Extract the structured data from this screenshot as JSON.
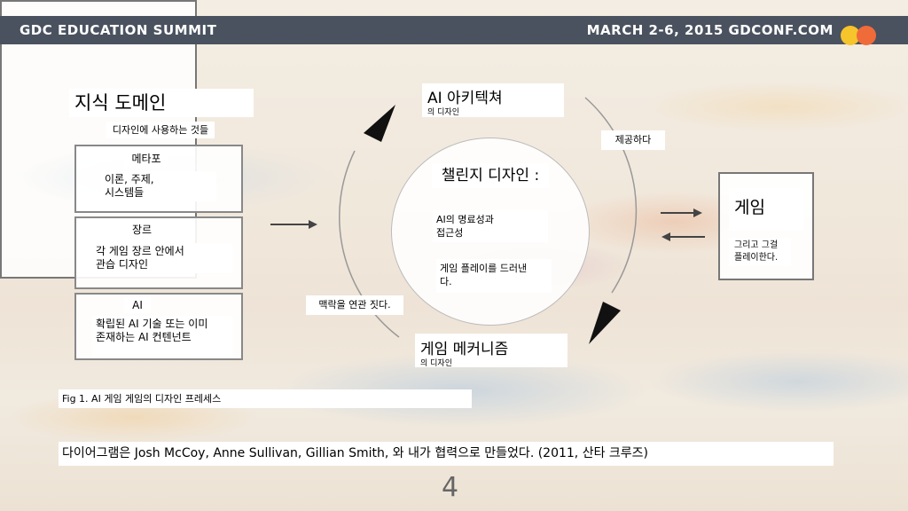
{
  "header": {
    "left_title": "GDC EDUCATION SUMMIT",
    "right_title": "MARCH 2-6, 2015  GDCONF.COM",
    "logo_colors": [
      "#f6c42b",
      "#ef6b3a"
    ]
  },
  "knowledge": {
    "title": "지식 도메인",
    "subtitle": "디자인에 사용하는 것들",
    "sections": [
      {
        "label": "메타포",
        "text": "이론, 주제,\n시스템들"
      },
      {
        "label": "장르",
        "text": "각 게임 장르 안에서\n관습 디자인"
      },
      {
        "label": "AI",
        "text": "확립된 AI 기술 또는 이미\n존재하는 AI 컨텐넌트"
      }
    ]
  },
  "architecture": {
    "title": "AI 아키텍쳐",
    "subtitle": "의 디자인"
  },
  "mechanics": {
    "title": "게임 메커니즘",
    "subtitle": "의 디자인"
  },
  "challenge": {
    "title": "챌린지 디자인 :",
    "item1": "AI의 명료성과\n접근성",
    "item2": "게임 플레이를 드러낸\n다."
  },
  "provide_label": "제공하다",
  "context_label": "맥락을 연관 짓다.",
  "game": {
    "title": "게임",
    "subtitle": "그리고 그걸\n플레이한다."
  },
  "caption": "Fig 1. AI 게임 게임의 디자인 프레세스",
  "credit": "다이어그램은 Josh McCoy, Anne Sullivan, Gillian Smith, 와 내가 협력으로 만들었다. (2011, 산타 크루즈)",
  "page_number": "4"
}
